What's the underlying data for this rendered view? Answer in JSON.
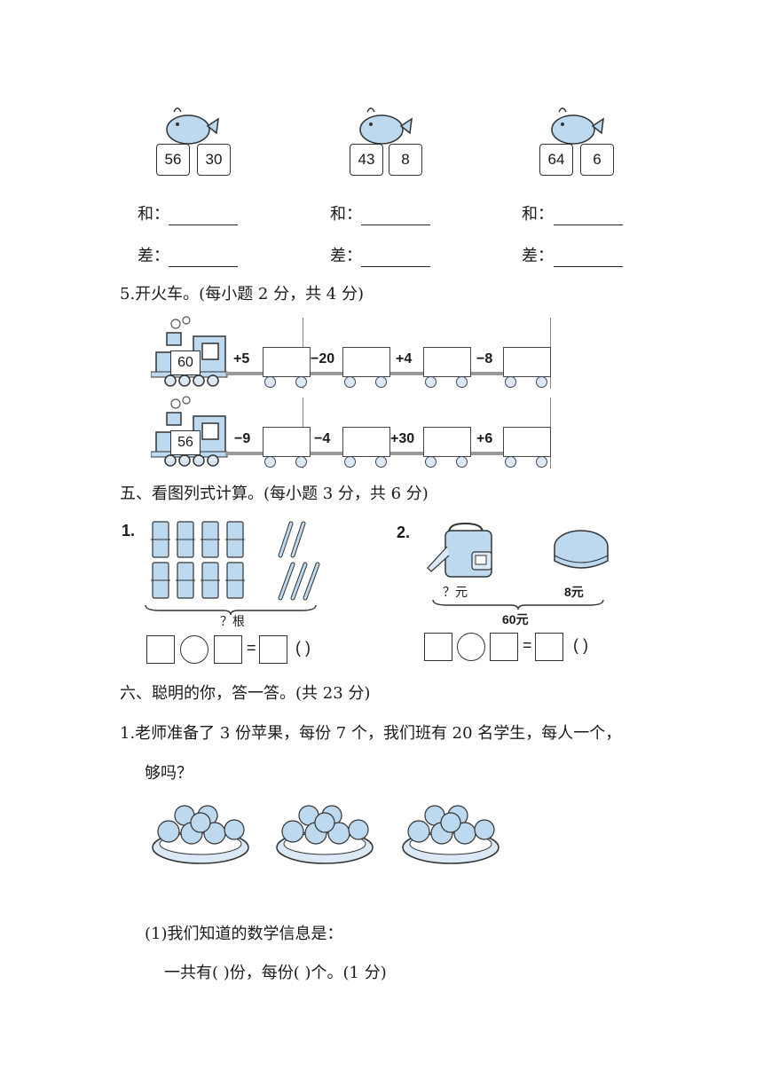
{
  "birds": [
    {
      "a": "56",
      "b": "30"
    },
    {
      "a": "43",
      "b": "8"
    },
    {
      "a": "64",
      "b": "6"
    }
  ],
  "labels": {
    "sum": "和：",
    "diff": "差："
  },
  "q5": {
    "title": "5.开火车。(每小题 2 分，共 4 分)",
    "train1": {
      "start": "60",
      "ops": [
        "+5",
        "−20",
        "+4",
        "−8"
      ]
    },
    "train2": {
      "start": "56",
      "ops": [
        "−9",
        "−4",
        "+30",
        "+6"
      ]
    }
  },
  "section5": {
    "title": "五、看图列式计算。(每小题 3 分，共 6 分)"
  },
  "problem1": {
    "num": "1.",
    "unknown": "？根",
    "eq": "=",
    "paren": "(        )"
  },
  "problem2": {
    "num": "2.",
    "bag_price": "？元",
    "other_price": "8元",
    "total": "60元",
    "eq": "=",
    "paren": "(        )"
  },
  "section6": {
    "title": "六、聪明的你，答一答。(共 23 分)"
  },
  "q1": {
    "line1": "1.老师准备了 3 份苹果，每份 7 个，我们班有 20 名学生，每人一个，",
    "line2": "够吗？",
    "sub1": "(1)我们知道的数学信息是：",
    "sub1_fill": "一共有(        )份，每份(        )个。(1 分)"
  },
  "colors": {
    "accent": "#bcd9ef",
    "stroke": "#333333"
  }
}
